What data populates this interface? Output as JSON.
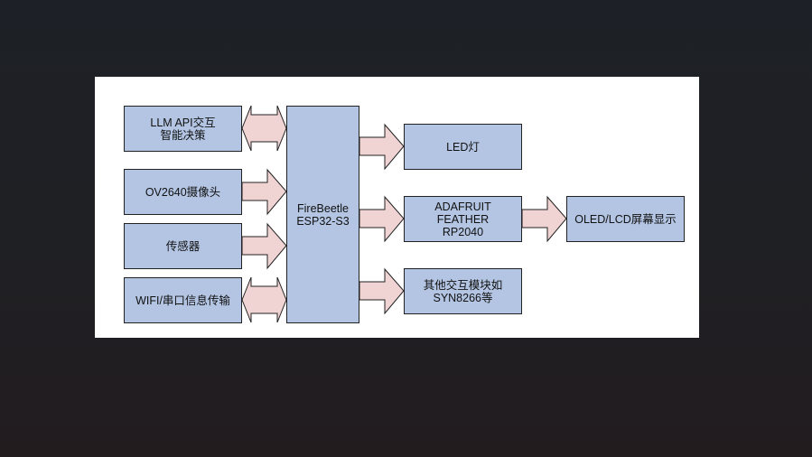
{
  "diagram": {
    "nodes": {
      "llm": "LLM API交互\n智能决策",
      "camera": "OV2640摄像头",
      "sensor": "传感器",
      "wifi": "WIFI/串口信息传输",
      "mcu": "FireBeetle\nESP32-S3",
      "led": "LED灯",
      "feather": "ADAFRUIT\nFEATHER\nRP2040",
      "display": "OLED/LCD屏幕显示",
      "other": "其他交互模块如\nSYN8266等"
    },
    "edges": [
      {
        "from": "llm",
        "to": "mcu",
        "direction": "both"
      },
      {
        "from": "camera",
        "to": "mcu",
        "direction": "forward"
      },
      {
        "from": "sensor",
        "to": "mcu",
        "direction": "forward"
      },
      {
        "from": "wifi",
        "to": "mcu",
        "direction": "both"
      },
      {
        "from": "mcu",
        "to": "led",
        "direction": "forward"
      },
      {
        "from": "mcu",
        "to": "feather",
        "direction": "forward"
      },
      {
        "from": "mcu",
        "to": "other",
        "direction": "forward"
      },
      {
        "from": "feather",
        "to": "display",
        "direction": "forward"
      }
    ],
    "colors": {
      "box_fill": "#b3c5e3",
      "arrow_fill": "#f0d4d4",
      "stroke": "#222222"
    }
  }
}
